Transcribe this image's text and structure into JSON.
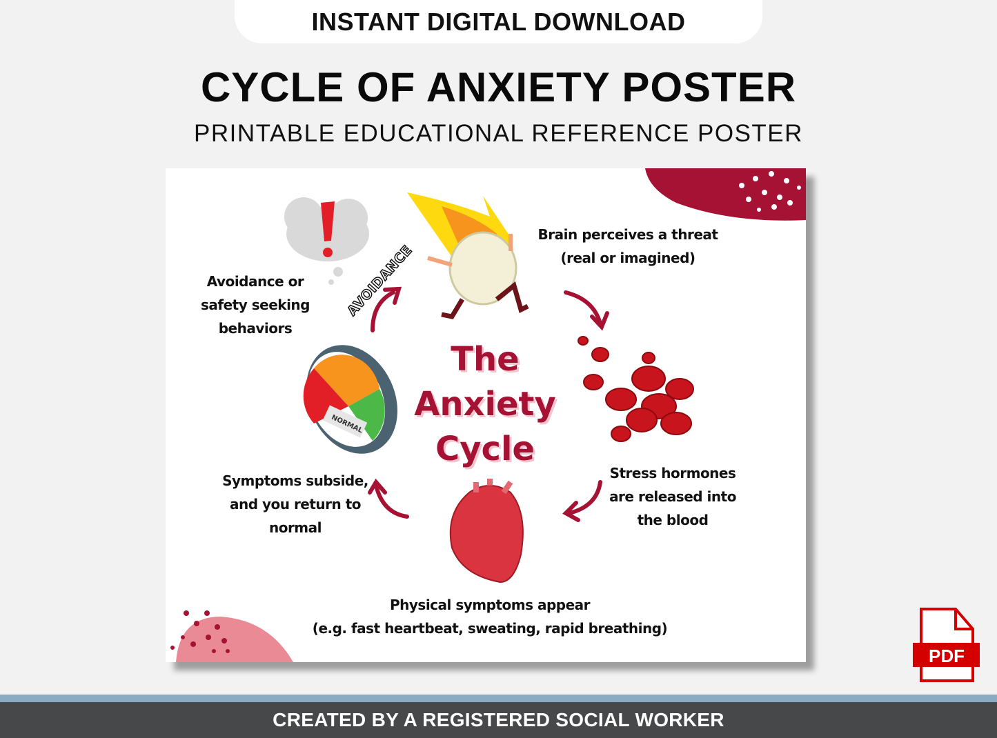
{
  "banner": {
    "download_label": "INSTANT DIGITAL DOWNLOAD"
  },
  "header": {
    "title": "CYCLE OF ANXIETY POSTER",
    "subtitle": "PRINTABLE EDUCATIONAL REFERENCE POSTER"
  },
  "poster": {
    "center_title": [
      "The",
      "Anxiety",
      "Cycle"
    ],
    "avoidance_tag": "AVOIDANCE",
    "steps": {
      "threat": [
        "Brain perceives a threat",
        "(real or imagined)"
      ],
      "hormones": [
        "Stress hormones",
        "are released into",
        "the blood"
      ],
      "physical": [
        "Physical symptoms appear",
        "(e.g. fast heartbeat, sweating, rapid breathing)"
      ],
      "subside": [
        "Symptoms subside,",
        "and you return to",
        "normal"
      ],
      "avoidance": [
        "Avoidance or",
        "safety seeking",
        "behaviors"
      ]
    },
    "gauge_label": "NORMAL",
    "accent": "#a51233"
  },
  "file_badge": {
    "label": "PDF",
    "color": "#d40000"
  },
  "footer": {
    "credit": "CREATED BY A REGISTERED SOCIAL WORKER"
  }
}
